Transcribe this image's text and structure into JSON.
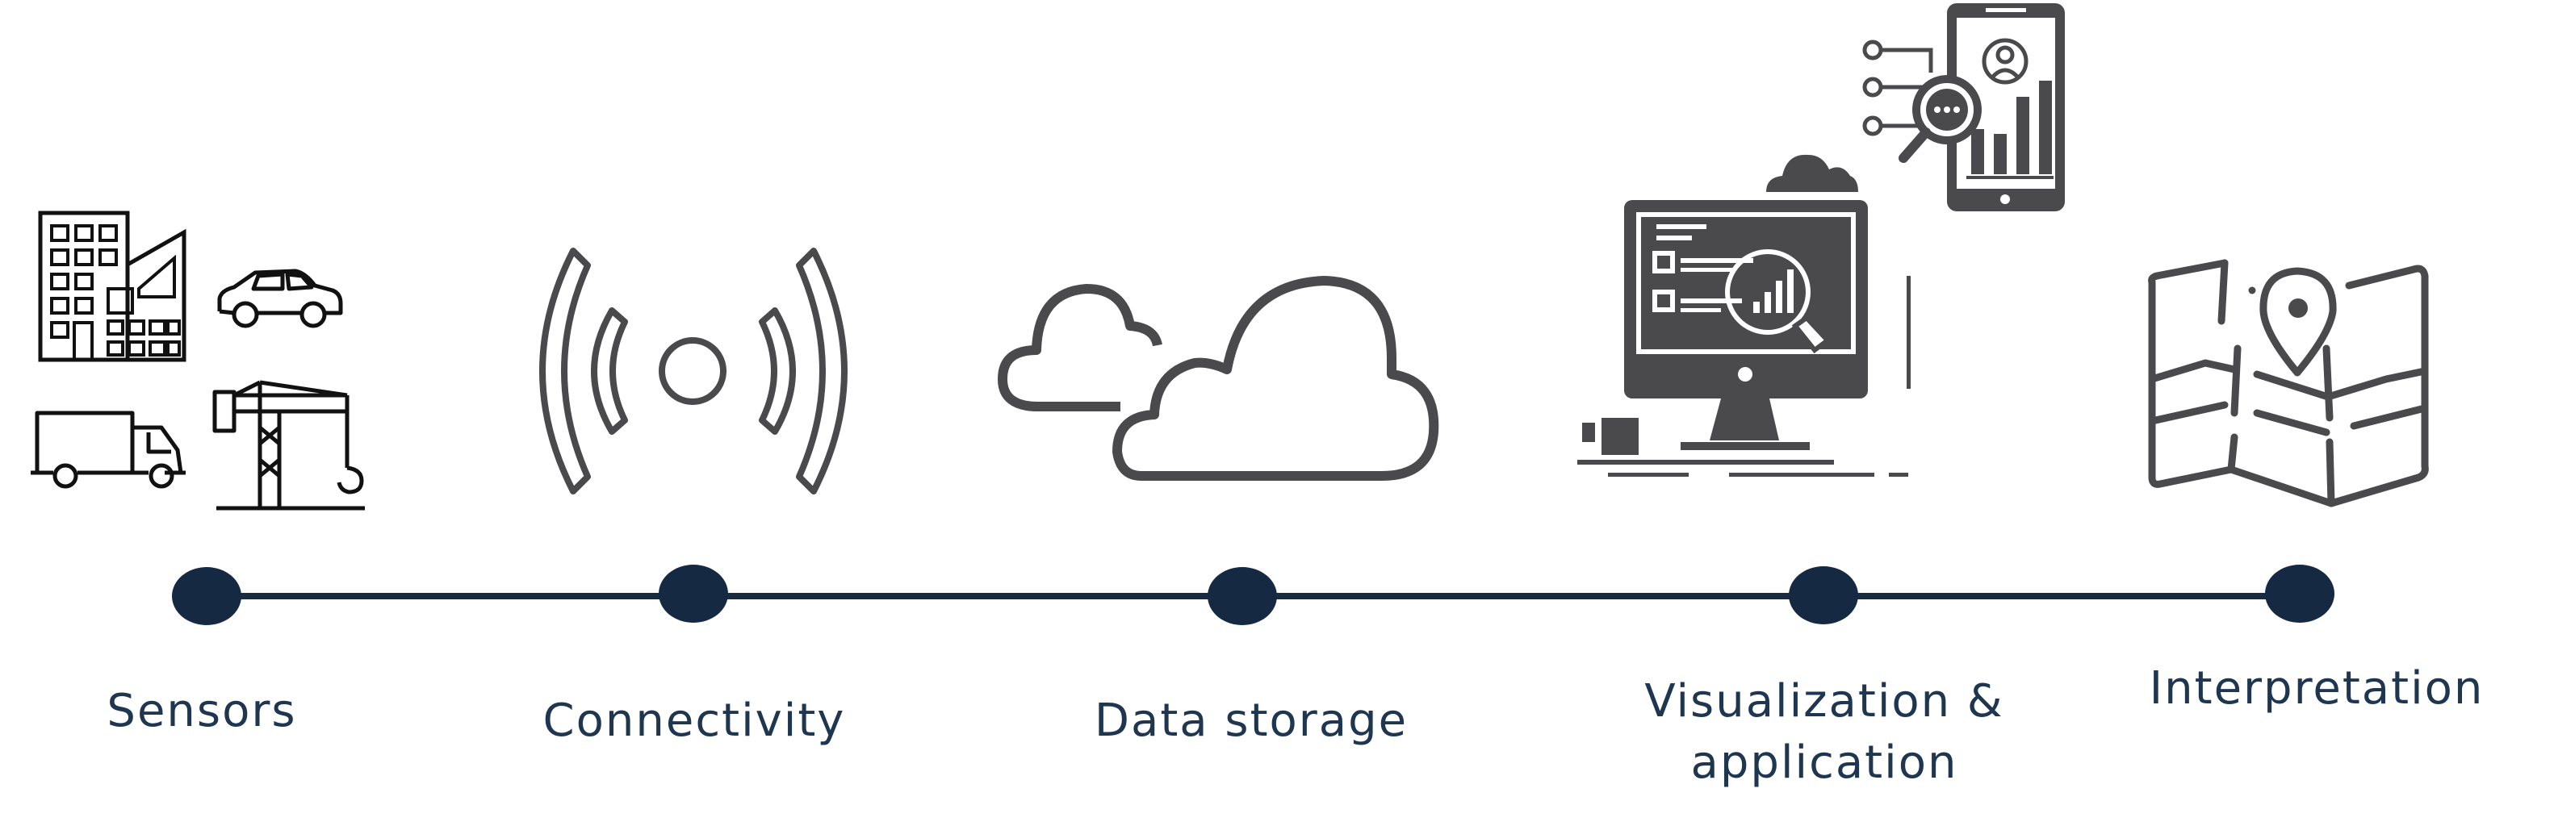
{
  "colors": {
    "icon_gray": "#4a4a4c",
    "icon_black": "#111111",
    "timeline": "#1a2a3f",
    "node": "#152a42",
    "label": "#1f3650"
  },
  "stages": [
    {
      "label": "Sensors",
      "icons": [
        "building-icon",
        "car-icon",
        "truck-icon",
        "crane-icon"
      ]
    },
    {
      "label": "Connectivity",
      "icons": [
        "wireless-signal-icon"
      ]
    },
    {
      "label": "Data storage",
      "icons": [
        "cloud-icon"
      ]
    },
    {
      "label_line1": "Visualization &",
      "label_line2": "application",
      "icons": [
        "monitor-analytics-icon",
        "smartphone-chart-icon"
      ]
    },
    {
      "label": "Interpretation",
      "icons": [
        "map-pin-icon"
      ]
    }
  ]
}
